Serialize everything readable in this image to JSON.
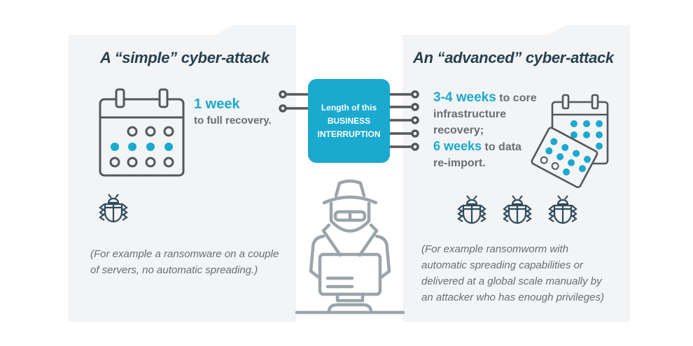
{
  "colors": {
    "accent": "#1aa9cf",
    "title": "#26414f",
    "icon_dark": "#555759",
    "icon_light": "#9aa5ab",
    "panel_bg": "#f3f4f6",
    "text_gray": "#6a6d70"
  },
  "center": {
    "chip_line1": "Length of this",
    "chip_line2": "BUSINESS",
    "chip_line3": "INTERRUPTION",
    "icon": "hacker-at-computer-icon"
  },
  "left": {
    "title": "A “simple” cyber-attack",
    "duration": "1 week",
    "duration_desc": "to full recovery.",
    "calendar_icon": "calendar-icon",
    "bug_count": 1,
    "note_line1": "(For example a ransomware on a couple",
    "note_line2": "of servers, no automatic spreading.)"
  },
  "right": {
    "title": "An “advanced” cyber-attack",
    "duration1": "3-4 weeks",
    "duration1_desc_a": " to core",
    "duration1_desc_b": "infrastructure",
    "duration1_desc_c": "recovery;",
    "duration2": "6 weeks",
    "duration2_desc_a": " to data",
    "duration2_desc_b": "re-import.",
    "calendar_icon": "stacked-calendars-icon",
    "bug_count": 3,
    "note_line1": "(For example ransomworm with",
    "note_line2": "automatic spreading capabilities or",
    "note_line3": "delivered at a global scale manually by",
    "note_line4": "an attacker who has enough privileges)"
  }
}
